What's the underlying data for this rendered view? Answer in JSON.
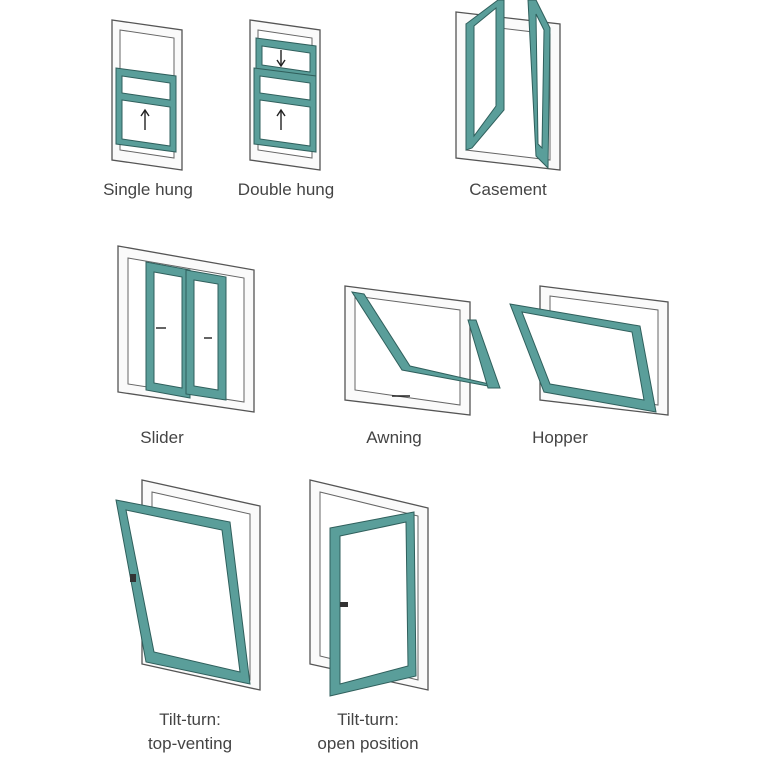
{
  "colors": {
    "sash": "#5a9e9a",
    "frame": "#555555",
    "text": "#444444"
  },
  "windows": [
    {
      "label": "Single hung"
    },
    {
      "label": "Double hung"
    },
    {
      "label": "Casement"
    },
    {
      "label": "Slider"
    },
    {
      "label": "Awning"
    },
    {
      "label": "Hopper"
    },
    {
      "label_line1": "Tilt-turn:",
      "label_line2": "top-venting"
    },
    {
      "label_line1": "Tilt-turn:",
      "label_line2": "open position"
    }
  ]
}
